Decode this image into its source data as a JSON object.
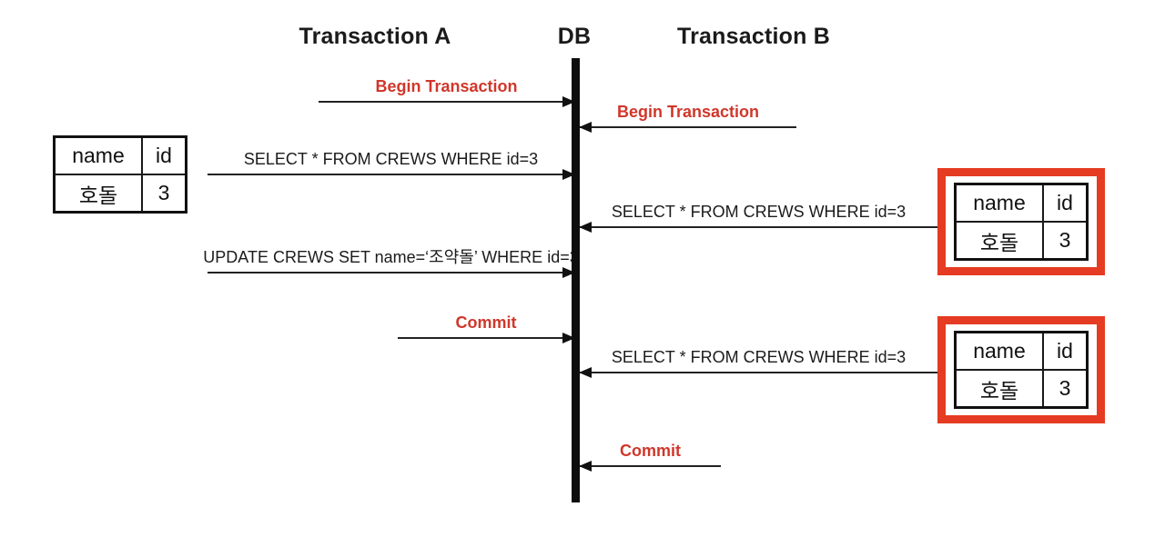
{
  "diagram": {
    "columns": {
      "left": "Transaction A",
      "center": "DB",
      "right": "Transaction B"
    }
  },
  "messages": {
    "left": [
      {
        "label": "Begin Transaction",
        "type": "control"
      },
      {
        "label": "SELECT * FROM CREWS WHERE id=3",
        "type": "sql"
      },
      {
        "label": "UPDATE CREWS SET name=‘조약돌’ WHERE id=3",
        "type": "sql"
      },
      {
        "label": "Commit",
        "type": "control"
      }
    ],
    "right": [
      {
        "label": "Begin Transaction",
        "type": "control"
      },
      {
        "label": "SELECT * FROM CREWS WHERE id=3",
        "type": "sql"
      },
      {
        "label": "SELECT * FROM CREWS WHERE id=3",
        "type": "sql"
      },
      {
        "label": "Commit",
        "type": "control"
      }
    ]
  },
  "tables": {
    "left": {
      "headers": [
        "name",
        "id"
      ],
      "row": [
        "호돌",
        "3"
      ]
    },
    "right_top": {
      "headers": [
        "name",
        "id"
      ],
      "row": [
        "호돌",
        "3"
      ]
    },
    "right_bottom": {
      "headers": [
        "name",
        "id"
      ],
      "row": [
        "호돌",
        "3"
      ]
    }
  },
  "colors": {
    "control_label": "#d0372b",
    "highlight_border": "#e53b22",
    "lifeline": "#0d0d0d"
  }
}
